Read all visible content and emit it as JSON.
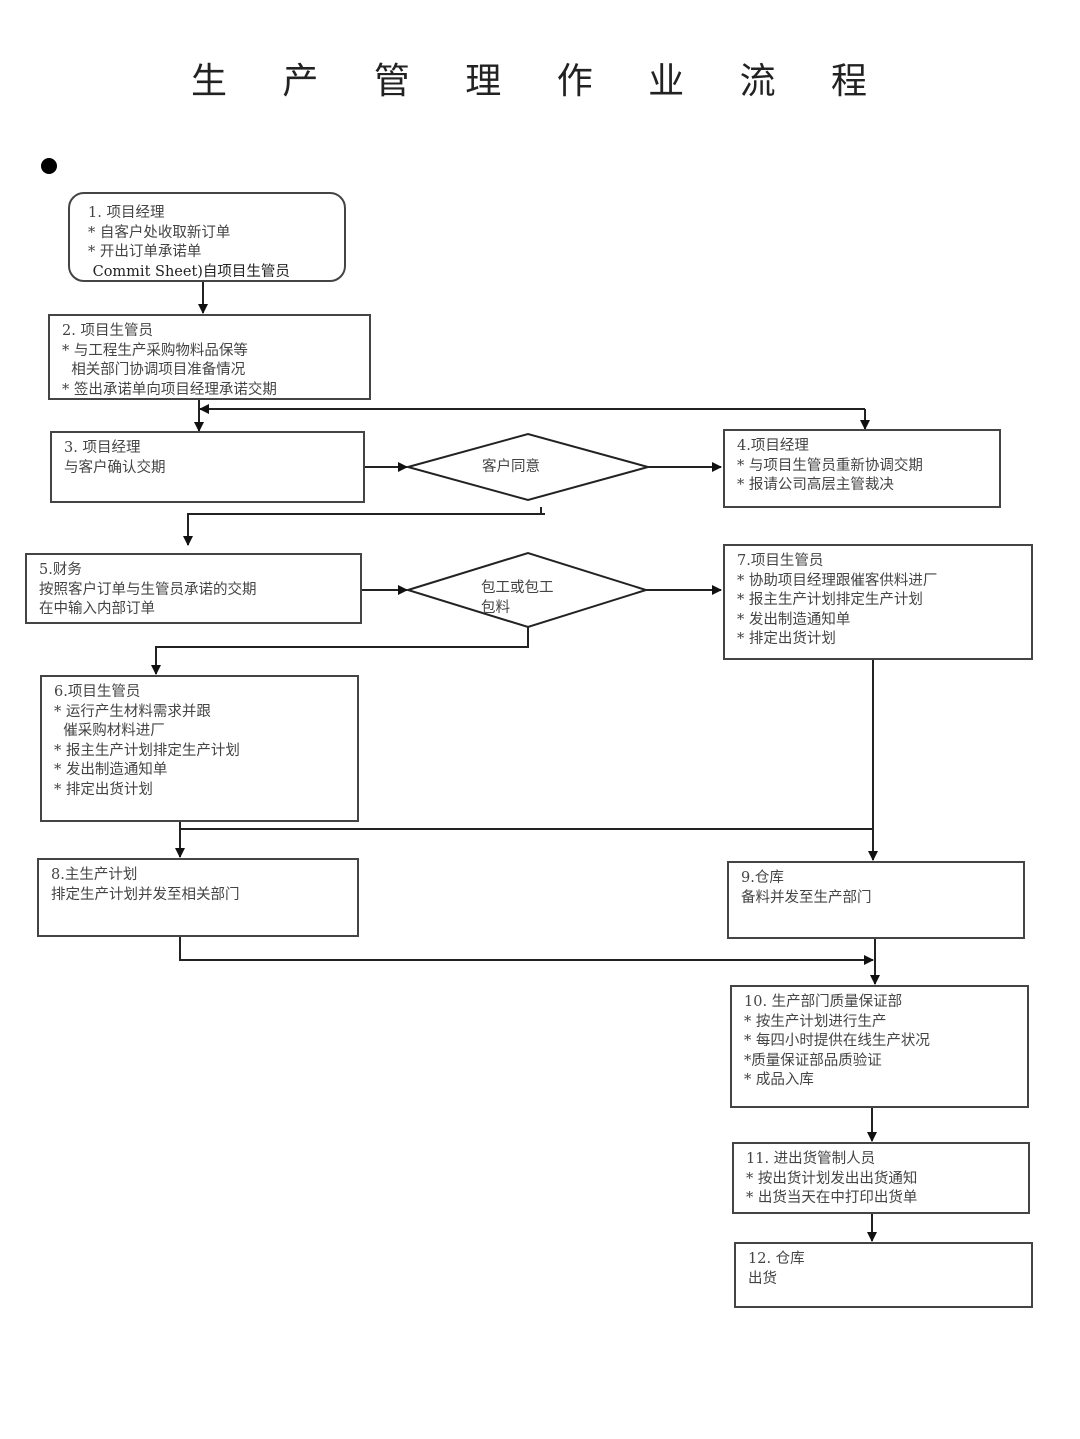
{
  "title": "生 产 管 理 作 业 流 程",
  "steps": [
    {
      "id": "1",
      "lines": [
        "1. 项目经理",
        "* 自客户处收取新订单",
        "* 开出订单承诺单",
        " Commit Sheet)自项目生管员"
      ]
    },
    {
      "id": "2",
      "lines": [
        "2. 项目生管员",
        "* 与工程生产采购物料品保等",
        "  相关部门协调项目准备情况",
        "* 签出承诺单向项目经理承诺交期"
      ]
    },
    {
      "id": "3",
      "lines": [
        "3. 项目经理",
        "与客户确认交期"
      ]
    },
    {
      "id": "4",
      "lines": [
        "4.项目经理",
        "* 与项目生管员重新协调交期",
        "* 报请公司高层主管裁决"
      ]
    },
    {
      "id": "5",
      "lines": [
        "5.财务",
        "按照客户订单与生管员承诺的交期",
        "在中输入内部订单"
      ]
    },
    {
      "id": "6",
      "lines": [
        "6.项目生管员",
        "* 运行产生材料需求并跟",
        "  催采购材料进厂",
        "* 报主生产计划排定生产计划",
        "* 发出制造通知单",
        "* 排定出货计划"
      ]
    },
    {
      "id": "7",
      "lines": [
        "7.项目生管员",
        "* 协助项目经理跟催客供料进厂",
        "* 报主生产计划排定生产计划",
        "* 发出制造通知单",
        "* 排定出货计划"
      ]
    },
    {
      "id": "8",
      "lines": [
        "8.主生产计划",
        "排定生产计划并发至相关部门"
      ]
    },
    {
      "id": "9",
      "lines": [
        "9.仓库",
        "备料并发至生产部门"
      ]
    },
    {
      "id": "10",
      "lines": [
        "10. 生产部门质量保证部",
        "* 按生产计划进行生产",
        "* 每四小时提供在线生产状况",
        "*质量保证部品质验证",
        "* 成品入库"
      ]
    },
    {
      "id": "11",
      "lines": [
        "11. 进出货管制人员",
        "* 按出货计划发出出货通知",
        "* 出货当天在中打印出货单"
      ]
    },
    {
      "id": "12",
      "lines": [
        "12. 仓库",
        "出货"
      ]
    }
  ],
  "decisions": [
    {
      "id": "customer-agree",
      "lines": [
        "客户同意"
      ]
    },
    {
      "id": "labor-or-material",
      "lines": [
        "包工或包工",
        "包料"
      ]
    }
  ],
  "colors": {
    "stroke": "#222222",
    "text": "#444444",
    "background": "#ffffff"
  }
}
